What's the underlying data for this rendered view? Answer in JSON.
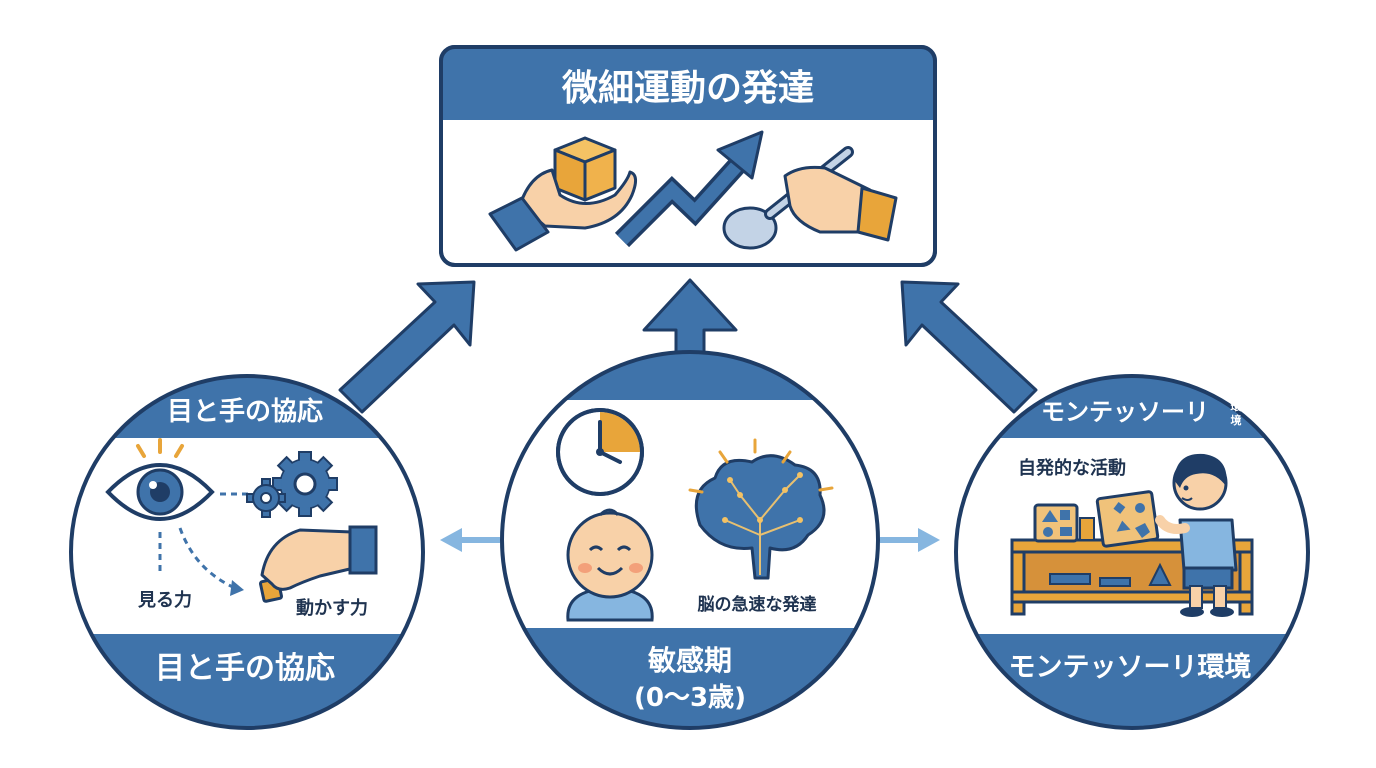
{
  "title": "微細運動の発達",
  "colors": {
    "primary": "#3f73aa",
    "dark_stroke": "#1f3d66",
    "accent": "#e8a53a",
    "skin": "#f8d1a8",
    "light_blue": "#86b6e0"
  },
  "left_circle": {
    "top_label": "目と手の協応",
    "bottom_label": "目と手の協応",
    "eye_caption": "見る力",
    "hand_caption": "動かす力"
  },
  "center_circle": {
    "brain_caption": "脳の急速な発達",
    "bottom_line1": "敏感期",
    "bottom_line2": "(0〜3歳)"
  },
  "right_circle": {
    "top_label": "モンテッソーリ",
    "top_label_small_1": "環",
    "top_label_small_2": "境",
    "activity_caption": "自発的な活動",
    "bottom_label": "モンテッソーリ環境"
  },
  "icons": [
    "hand-holding-cube-icon",
    "growth-arrow-icon",
    "hand-holding-spoon-icon",
    "eye-icon",
    "gears-icon",
    "pinching-hand-icon",
    "clock-icon",
    "baby-face-icon",
    "brain-icon",
    "child-icon",
    "shelf-icon"
  ]
}
